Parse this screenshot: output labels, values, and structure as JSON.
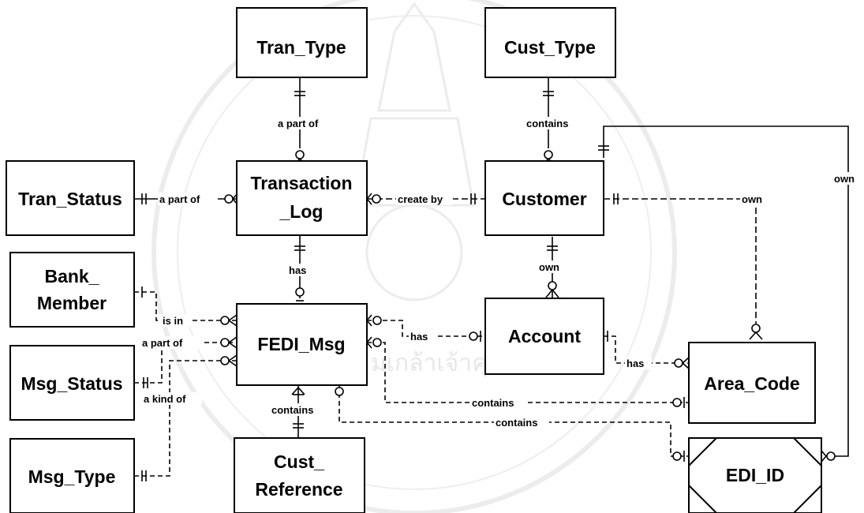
{
  "entities": {
    "tran_type": "Tran_Type",
    "cust_type": "Cust_Type",
    "tran_status": "Tran_Status",
    "transaction_log_1": "Transaction",
    "transaction_log_2": "_Log",
    "customer": "Customer",
    "bank_member_1": "Bank_",
    "bank_member_2": "Member",
    "fedi_msg": "FEDI_Msg",
    "account": "Account",
    "msg_status": "Msg_Status",
    "area_code": "Area_Code",
    "msg_type": "Msg_Type",
    "cust_reference_1": "Cust_",
    "cust_reference_2": "Reference",
    "edi_id": "EDI_ID"
  },
  "relationships": {
    "tran_type_part_of": "a part of",
    "cust_type_contains": "contains",
    "tran_status_part_of": "a part of",
    "log_create_by": "create by",
    "customer_own_area": "own",
    "customer_own_edi": "own",
    "log_has_msg": "has",
    "customer_own_account": "own",
    "bank_is_in": "is in",
    "status_part_of": "a part of",
    "msg_has_account": "has",
    "account_has_area": "has",
    "type_kind_of": "a kind of",
    "msg_contains_ref": "contains",
    "msg_contains_area": "contains",
    "msg_contains_edi": "contains"
  },
  "watermark": {
    "text": "มเกล้าเจ้าคุณทหาร"
  }
}
